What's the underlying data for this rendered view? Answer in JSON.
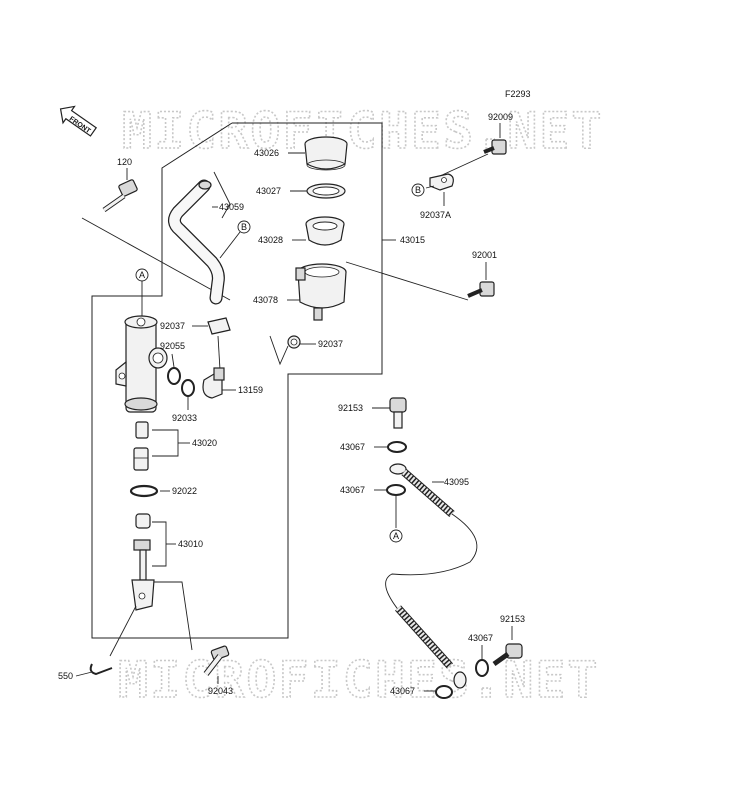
{
  "figure_code": "F2293",
  "watermark": "MICROFICHES.NET",
  "front_label": "FRONT",
  "callouts": {
    "A": "A",
    "B": "B"
  },
  "labels": {
    "p92009": "92009",
    "p120": "120",
    "p43026": "43026",
    "p43027": "43027",
    "p43059": "43059",
    "p43028": "43028",
    "p43015": "43015",
    "p92037A": "92037A",
    "p92001": "92001",
    "p43078": "43078",
    "p92037a": "92037",
    "p92037b": "92037",
    "p92055": "92055",
    "p13159": "13159",
    "p92033": "92033",
    "p92153a": "92153",
    "p43020": "43020",
    "p43067a": "43067",
    "p43095": "43095",
    "p43067b": "43067",
    "p92022": "92022",
    "p43010": "43010",
    "p92153b": "92153",
    "p43067c": "43067",
    "p550": "550",
    "p92043": "92043",
    "p43067d": "43067"
  }
}
